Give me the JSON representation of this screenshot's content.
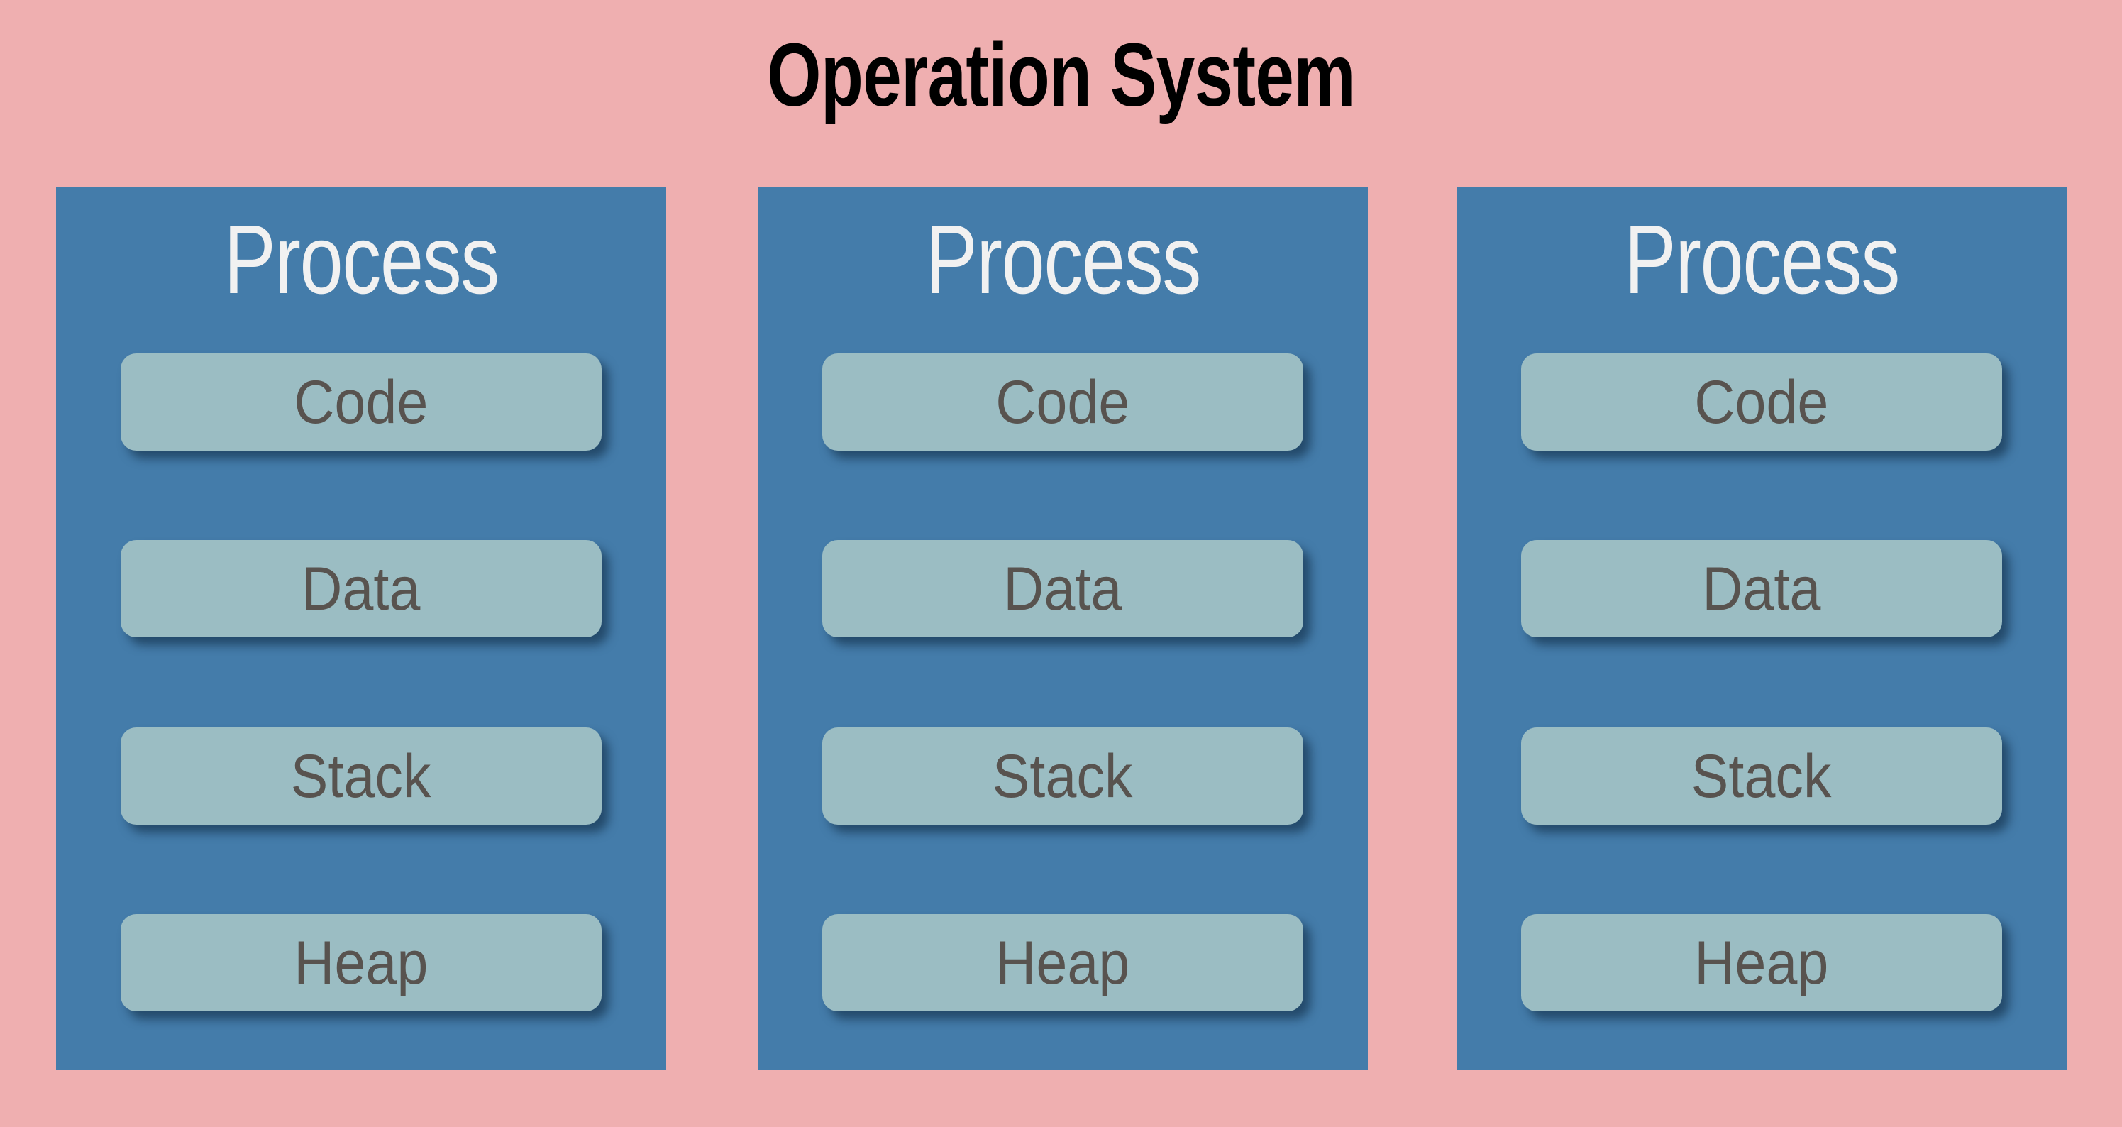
{
  "diagram": {
    "title": "Operation System",
    "background_color": "#efafb0",
    "panel_color": "#447caa",
    "segment_color": "#9bbdc3",
    "title_color": "#000000",
    "panel_title_color": "#f1f1f1",
    "segment_label_color": "#58534f",
    "processes": [
      {
        "heading": "Process",
        "segments": [
          {
            "label": "Code"
          },
          {
            "label": "Data"
          },
          {
            "label": "Stack"
          },
          {
            "label": "Heap"
          }
        ]
      },
      {
        "heading": "Process",
        "segments": [
          {
            "label": "Code"
          },
          {
            "label": "Data"
          },
          {
            "label": "Stack"
          },
          {
            "label": "Heap"
          }
        ]
      },
      {
        "heading": "Process",
        "segments": [
          {
            "label": "Code"
          },
          {
            "label": "Data"
          },
          {
            "label": "Stack"
          },
          {
            "label": "Heap"
          }
        ]
      }
    ]
  }
}
